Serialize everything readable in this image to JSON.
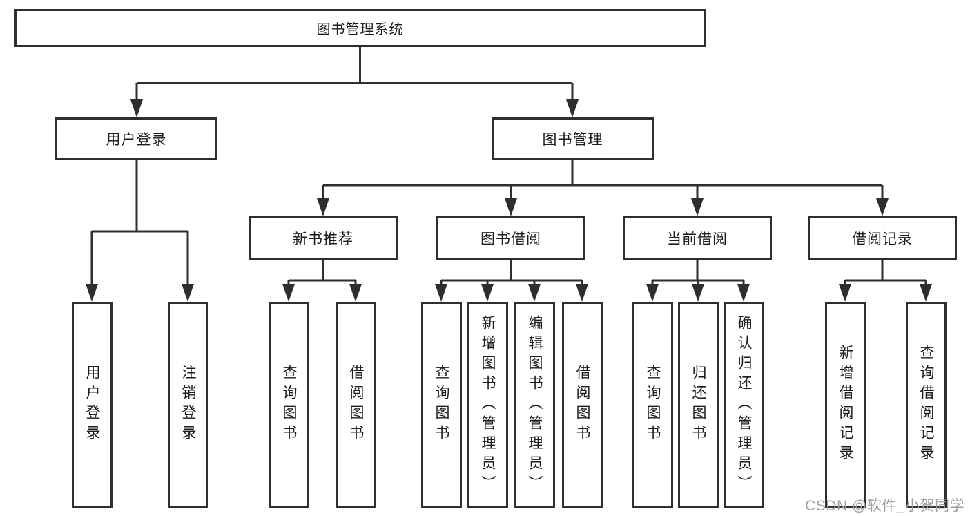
{
  "diagram": {
    "title": "图书管理系统",
    "root": {
      "label": "图书管理系统"
    },
    "level2": [
      {
        "label": "用户登录"
      },
      {
        "label": "图书管理"
      }
    ],
    "level3": [
      {
        "label": "新书推荐"
      },
      {
        "label": "图书借阅"
      },
      {
        "label": "当前借阅"
      },
      {
        "label": "借阅记录"
      }
    ],
    "leaves": {
      "login": [
        "用户登录",
        "注销登录"
      ],
      "newbook": [
        "查询图书",
        "借阅图书"
      ],
      "borrow": [
        "查询图书",
        "新增图书（管理员）",
        "编辑图书（管理员）",
        "借阅图书"
      ],
      "current": [
        "查询图书",
        "归还图书",
        "确认归还（管理员）"
      ],
      "records": [
        "新增借阅记录",
        "查询借阅记录"
      ]
    }
  },
  "watermark": {
    "text": "CSDN @软件_小贺同学"
  },
  "colors": {
    "line": "#2e2e2e",
    "border": "#2e2e2e",
    "text": "#1c1c1c",
    "watermark_text": "#9e9e9e",
    "background": "#ffffff"
  }
}
